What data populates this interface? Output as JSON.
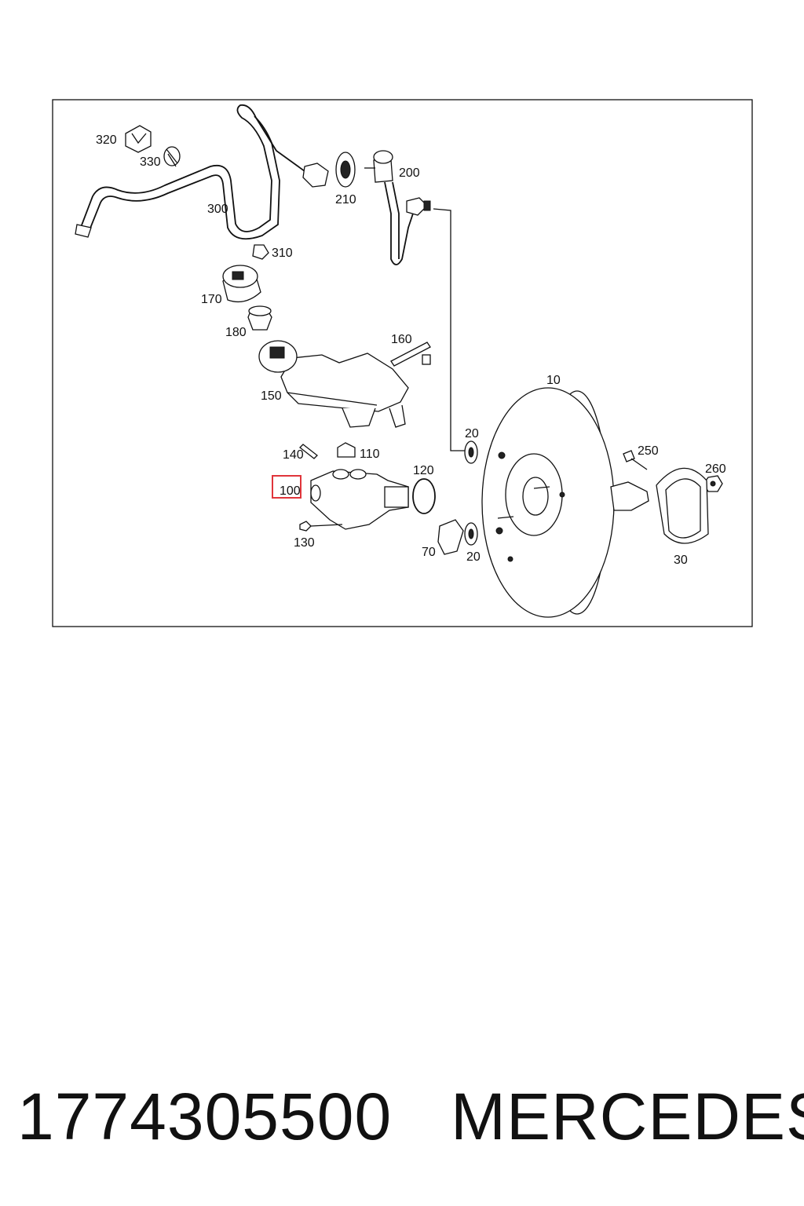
{
  "diagram": {
    "part_labels": [
      "320",
      "330",
      "300",
      "310",
      "210",
      "200",
      "170",
      "180",
      "160",
      "150",
      "10",
      "20",
      "250",
      "260",
      "140",
      "110",
      "120",
      "100",
      "130",
      "70",
      "20",
      "30"
    ],
    "highlighted_label": "100",
    "highlight_color": "#e0353b"
  },
  "caption": {
    "part_number": "1774305500",
    "brand": "MERCEDES"
  }
}
